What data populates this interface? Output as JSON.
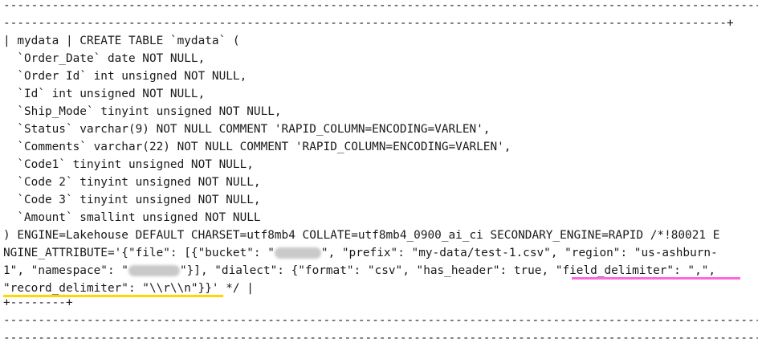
{
  "terminal": {
    "rule_top_1": "--------------------------------------------------------------------------------------------------------------",
    "rule_top_2": "--------------------------------------------------------------------------------------------------------+",
    "line_create": "| mydata | CREATE TABLE `mydata` (",
    "columns": [
      "  `Order_Date` date NOT NULL,",
      "  `Order Id` int unsigned NOT NULL,",
      "  `Id` int unsigned NOT NULL,",
      "  `Ship_Mode` tinyint unsigned NOT NULL,",
      "  `Status` varchar(9) NOT NULL COMMENT 'RAPID_COLUMN=ENCODING=VARLEN',",
      "  `Comments` varchar(22) NOT NULL COMMENT 'RAPID_COLUMN=ENCODING=VARLEN',",
      "  `Code1` tinyint unsigned NOT NULL,",
      "  `Code 2` tinyint unsigned NOT NULL,",
      "  `Code 3` tinyint unsigned NOT NULL,",
      "  `Amount` smallint unsigned NOT NULL"
    ],
    "line_engine": ") ENGINE=Lakehouse DEFAULT CHARSET=utf8mb4 COLLATE=utf8mb4_0900_ai_ci SECONDARY_ENGINE=RAPID /*!80021 E",
    "line_attr_a": "NGINE_ATTRIBUTE='{\"file\": [{\"bucket\": \"",
    "line_attr_b": "\", \"prefix\": \"my-data/test-1.csv\", \"region\": \"us-ashburn-",
    "line_ns_a": "1\", \"namespace\": \"",
    "line_ns_b": "\"}], \"dialect\": {\"format\": \"csv\", \"has_header\": true, ",
    "field_delimiter": "\"field_delimiter\": \",\"",
    "line_ns_c": ",",
    "record_delimiter": "\"record_delimiter\": \"\\\\r\\\\n\"",
    "line_record_tail": "}}' */ |",
    "rule_bottom_short": "+--------+",
    "rule_bottom_1": "--------------------------------------------------------------------------------------------------------------",
    "rule_bottom_2": "--------------------------------------------------------------------------------------------------------------",
    "highlight_colors": {
      "field_delimiter": "#ff66dd",
      "record_delimiter": "#ffd700"
    }
  }
}
